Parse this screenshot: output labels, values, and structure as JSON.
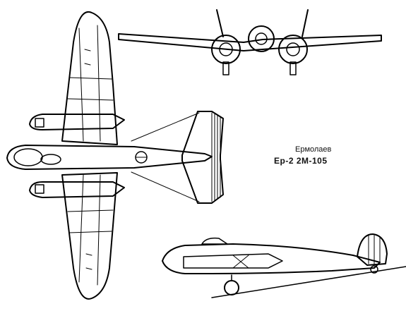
{
  "caption": {
    "designer": "Ермолаев",
    "model": "Ер-2 2М-105"
  },
  "views": [
    "top",
    "front",
    "side"
  ]
}
